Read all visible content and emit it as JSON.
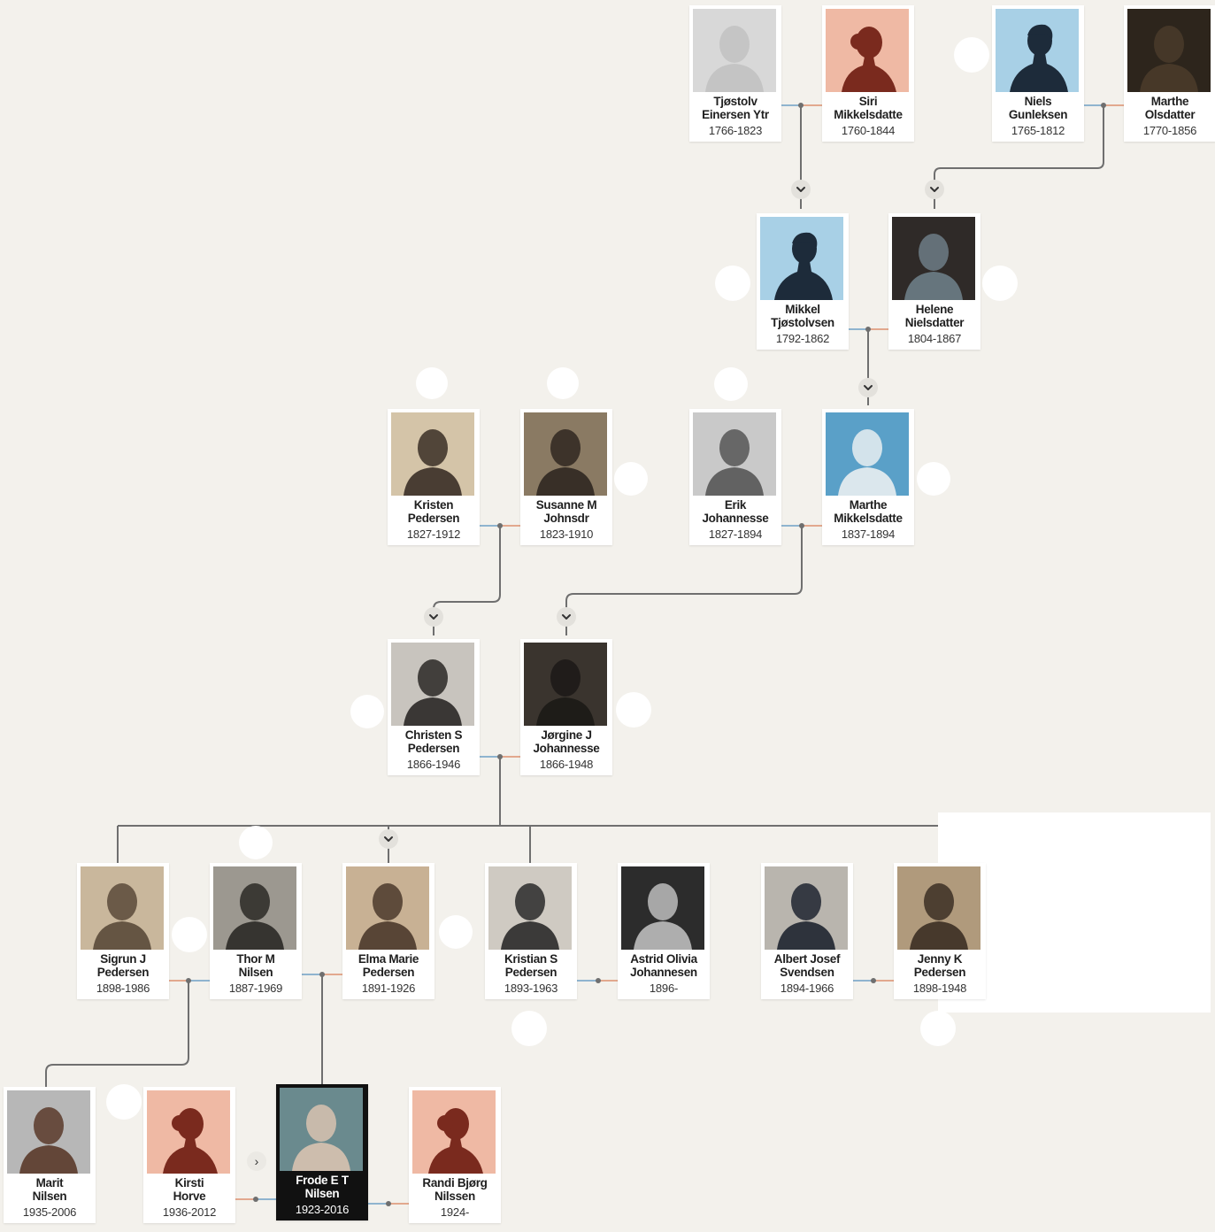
{
  "colors": {
    "background": "#f3f1ec",
    "connector": "#6f6f6f",
    "partner_line_male": "#8fb4cf",
    "partner_line_female": "#e2a88e",
    "female_avatar_bg": "#efb9a4",
    "female_avatar_figure": "#7a2a1e",
    "male_avatar_bg": "#a8d0e6",
    "male_avatar_figure": "#1d2b3a",
    "focus_card_bg": "#111111"
  },
  "icons": {
    "expand": "chevron-down-icon",
    "next": "chevron-right-icon",
    "female_placeholder": "female-silhouette-icon",
    "male_placeholder": "male-silhouette-icon"
  },
  "next_label": "›",
  "persons": {
    "tjostolv": {
      "line1": "Tjøstolv",
      "line2": "Einersen Ytr",
      "years": "1766-1823",
      "photo": "document"
    },
    "siri": {
      "line1": "Siri",
      "line2": "Mikkelsdatte",
      "years": "1760-1844",
      "photo": "female_placeholder"
    },
    "niels": {
      "line1": "Niels",
      "line2": "Gunleksen",
      "years": "1765-1812",
      "photo": "male_placeholder"
    },
    "marthe_o": {
      "line1": "Marthe",
      "line2": "Olsdatter",
      "years": "1770-1856",
      "photo": "photo"
    },
    "mikkel": {
      "line1": "Mikkel",
      "line2": "Tjøstolvsen",
      "years": "1792-1862",
      "photo": "male_placeholder"
    },
    "helene": {
      "line1": "Helene",
      "line2": "Nielsdatter",
      "years": "1804-1867",
      "photo": "photo"
    },
    "kristen": {
      "line1": "Kristen",
      "line2": "Pedersen",
      "years": "1827-1912",
      "photo": "photo"
    },
    "susanne": {
      "line1": "Susanne M",
      "line2": "Johnsdr",
      "years": "1823-1910",
      "photo": "photo"
    },
    "erik": {
      "line1": "Erik",
      "line2": "Johannesse",
      "years": "1827-1894",
      "photo": "photo"
    },
    "marthe_m": {
      "line1": "Marthe",
      "line2": "Mikkelsdatte",
      "years": "1837-1894",
      "photo": "photo"
    },
    "christen": {
      "line1": "Christen S",
      "line2": "Pedersen",
      "years": "1866-1946",
      "photo": "photo"
    },
    "jorgine": {
      "line1": "Jørgine J",
      "line2": "Johannesse",
      "years": "1866-1948",
      "photo": "photo"
    },
    "sigrun": {
      "line1": "Sigrun J",
      "line2": "Pedersen",
      "years": "1898-1986",
      "photo": "photo"
    },
    "thor": {
      "line1": "Thor M",
      "line2": "Nilsen",
      "years": "1887-1969",
      "photo": "photo"
    },
    "elma": {
      "line1": "Elma Marie",
      "line2": "Pedersen",
      "years": "1891-1926",
      "photo": "photo"
    },
    "kristian": {
      "line1": "Kristian S",
      "line2": "Pedersen",
      "years": "1893-1963",
      "photo": "photo"
    },
    "astrid": {
      "line1": "Astrid Olivia",
      "line2": "Johannesen",
      "years": "1896-",
      "photo": "photo"
    },
    "albert": {
      "line1": "Albert Josef",
      "line2": "Svendsen",
      "years": "1894-1966",
      "photo": "photo"
    },
    "jenny": {
      "line1": "Jenny K",
      "line2": "Pedersen",
      "years": "1898-1948",
      "photo": "photo"
    },
    "marit": {
      "line1": "Marit",
      "line2": "Nilsen",
      "years": "1935-2006",
      "photo": "photo"
    },
    "kirsti": {
      "line1": "Kirsti",
      "line2": "Horve",
      "years": "1936-2012",
      "photo": "female_placeholder"
    },
    "frode": {
      "line1": "Frode E T",
      "line2": "Nilsen",
      "years": "1923-2016",
      "photo": "photo",
      "focus": true
    },
    "randi": {
      "line1": "Randi Bjørg",
      "line2": "Nilssen",
      "years": "1924-",
      "photo": "female_placeholder"
    }
  }
}
